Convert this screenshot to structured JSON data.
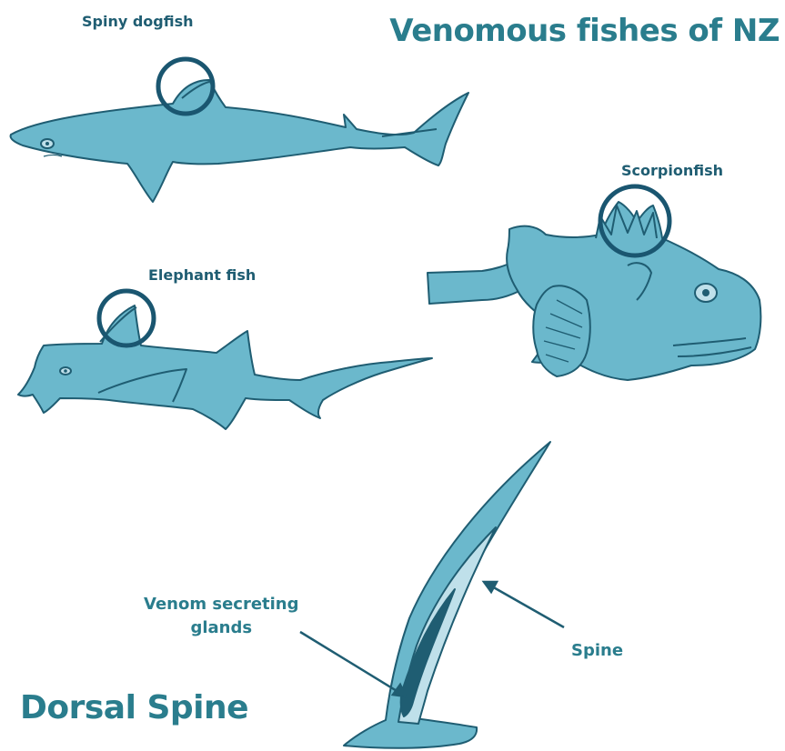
{
  "title": "Venomous fishes of NZ",
  "subtitle": "Dorsal Spine",
  "fish": {
    "dogfish": "Spiny dogfish",
    "elephant": "Elephant fish",
    "scorpion": "Scorpionfish"
  },
  "callouts": {
    "glands_line1": "Venom secreting",
    "glands_line2": "glands",
    "spine": "Spine"
  },
  "colors": {
    "fish_fill": "#6bb8cc",
    "outline": "#1f5d72",
    "title": "#2a7d8d",
    "circle": "#1a5670"
  }
}
